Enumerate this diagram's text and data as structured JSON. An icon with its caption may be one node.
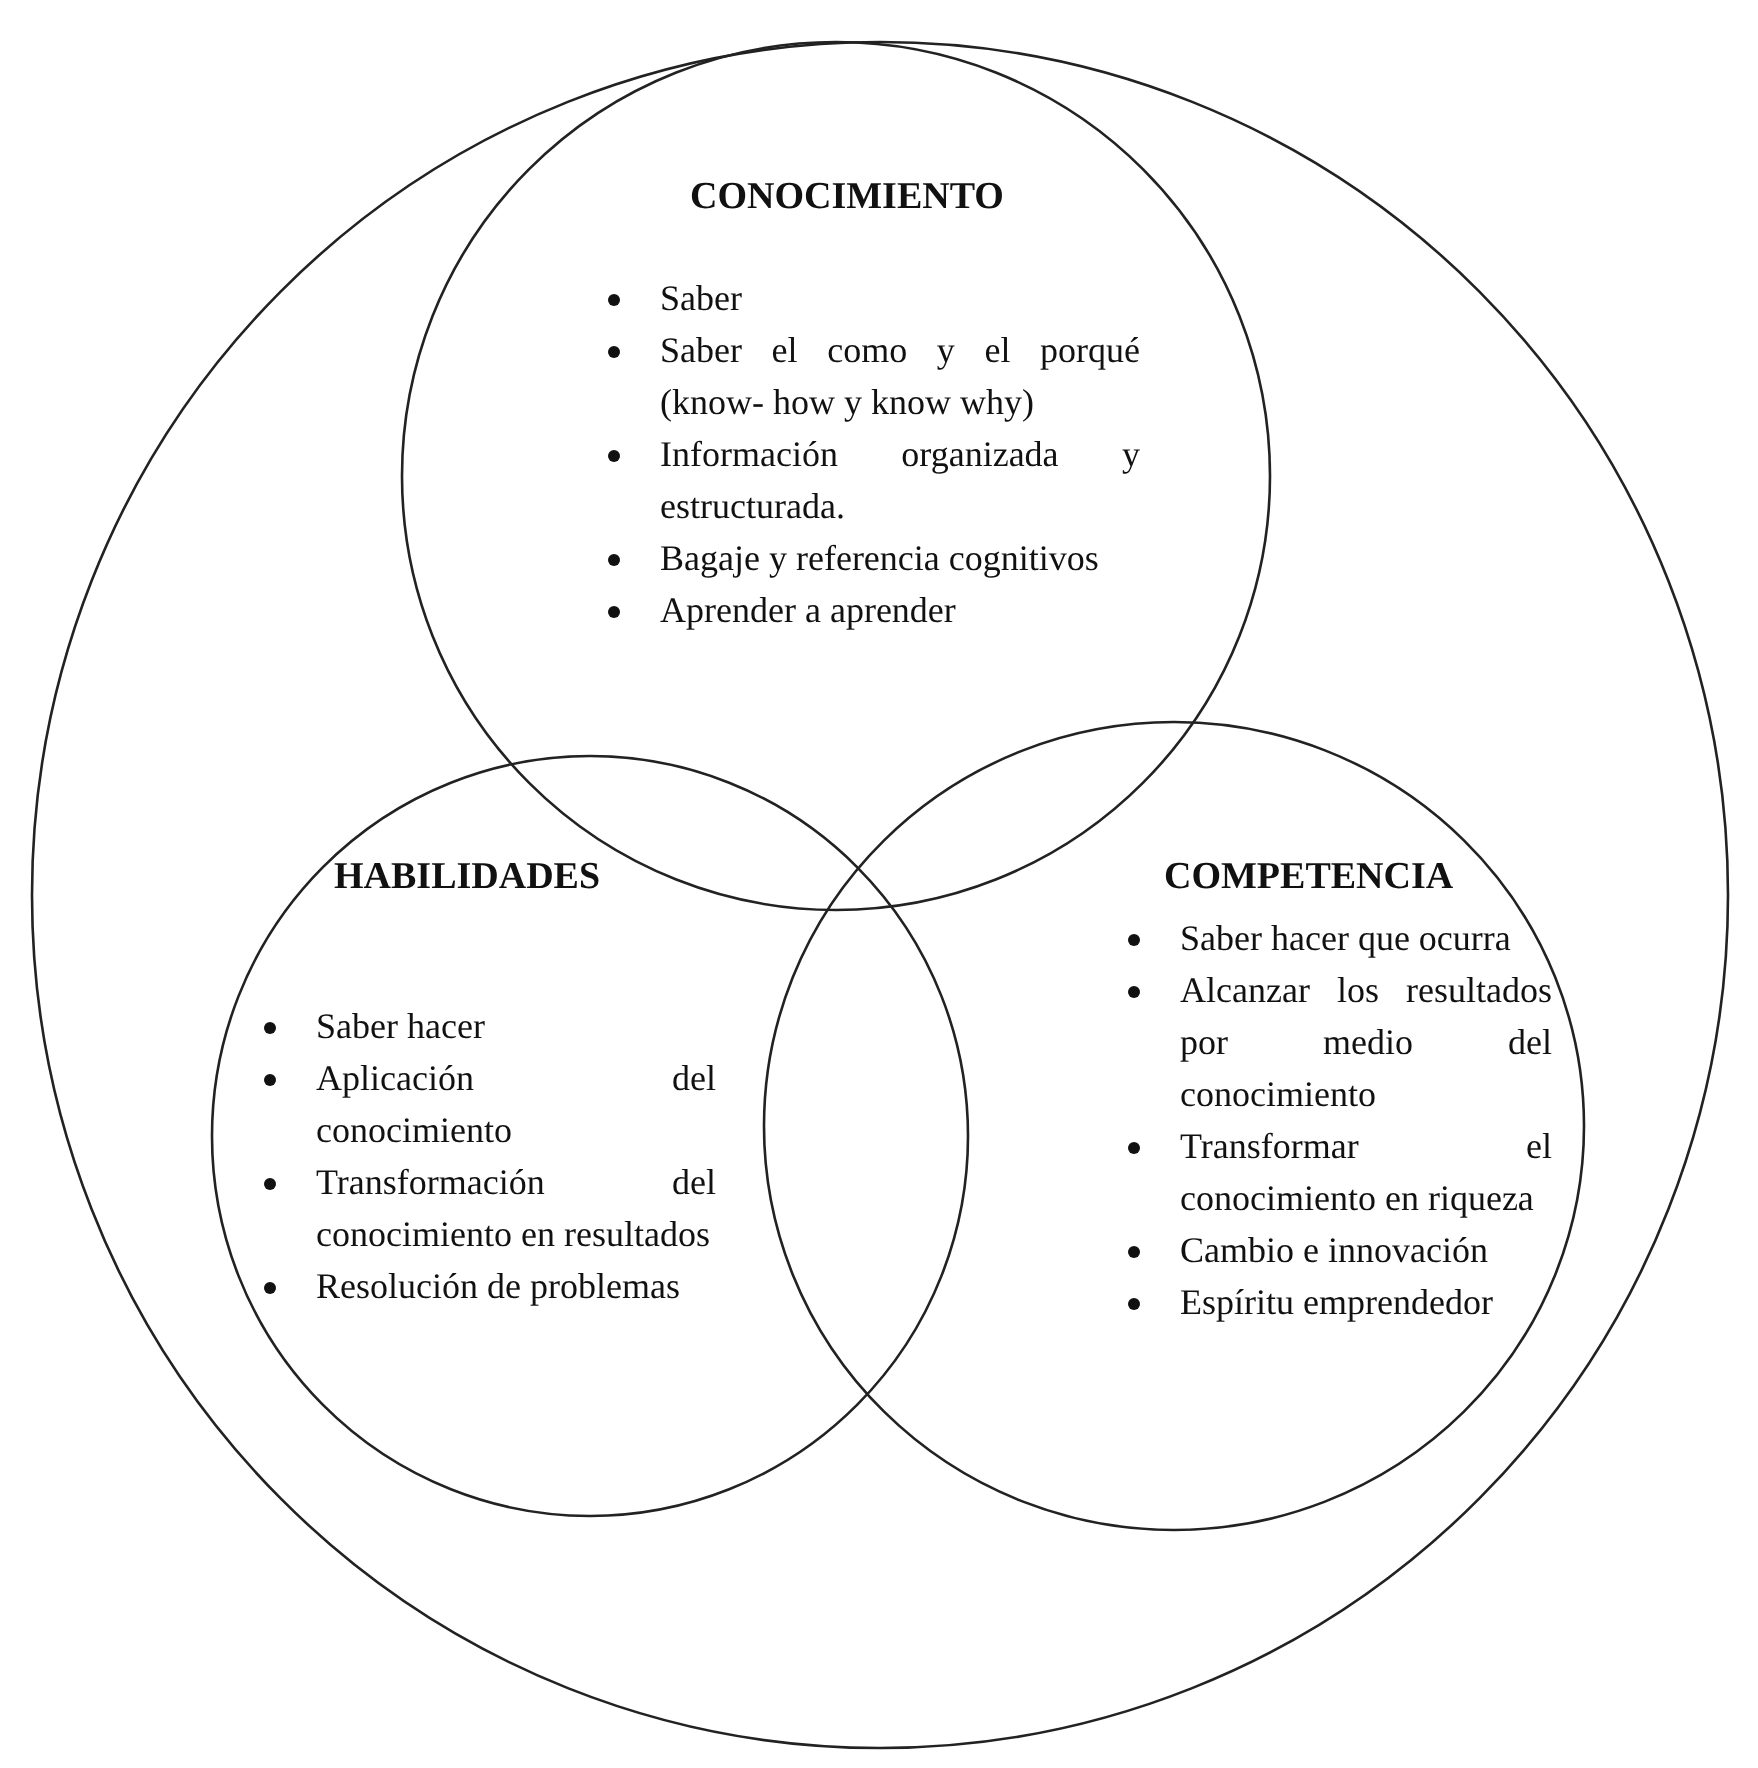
{
  "diagram": {
    "nodes": [
      {
        "text": [],
        "shape": "circle"
      },
      {
        "text": [
          "CONOCIMIENTO",
          "Saber",
          "Saber el como y el porqué (know- how y know why)",
          "Información organizada y estructurada.",
          "Bagaje y referencia cognitivos",
          "Aprender a aprender"
        ],
        "in": 0
      },
      {
        "text": [
          "HABILIDADES",
          "Saber hacer",
          "Aplicación del conocimiento",
          "Transformación del conocimiento en resultados",
          "Resolución de problemas"
        ],
        "in": 0
      },
      {
        "text": [
          "COMPETENCIA",
          "Saber hacer que ocurra",
          "Alcanzar los resultados por medio del conocimiento",
          "Transformar el conocimiento en riqueza",
          "Cambio e innovación",
          "Espíritu emprendedor"
        ],
        "in": 0
      }
    ]
  }
}
